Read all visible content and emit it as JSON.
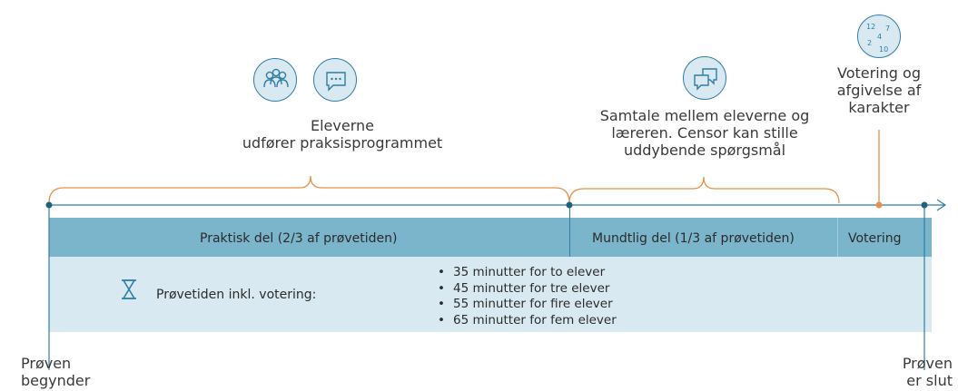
{
  "practical": {
    "caption_line1": "Eleverne",
    "caption_line2": "udfører praksisprogrammet",
    "band_label": "Praktisk del (2/3 af prøvetiden)",
    "icons": [
      "group-people-icon",
      "speech-bubble-icon"
    ]
  },
  "oral": {
    "caption_line1": "Samtale mellem eleverne og",
    "caption_line2": "læreren. Censor kan stille",
    "caption_line3": "uddybende spørgsmål",
    "band_label": "Mundtlig del (1/3 af prøvetiden)",
    "icon": "conversation-icon"
  },
  "voting": {
    "caption_line1": "Votering og",
    "caption_line2": "afgivelse af",
    "caption_line3": "karakter",
    "band_label": "Votering",
    "icon": "grades-icon",
    "grades": [
      "12",
      "7",
      "4",
      "2",
      "10"
    ]
  },
  "duration": {
    "label": "Prøvetiden inkl. votering:",
    "icon": "hourglass-icon",
    "items": [
      "35 minutter for to elever",
      "45 minutter for tre elever",
      "55 minutter for fire elever",
      "65 minutter for fem elever"
    ]
  },
  "start": {
    "line1": "Prøven",
    "line2": "begynder"
  },
  "end": {
    "line1": "Prøven",
    "line2": "er slut"
  },
  "colors": {
    "accent": "#2f7ea6",
    "orange": "#e8914a",
    "band_dark": "#7bb5cb",
    "band_light": "#d8e9f1"
  }
}
